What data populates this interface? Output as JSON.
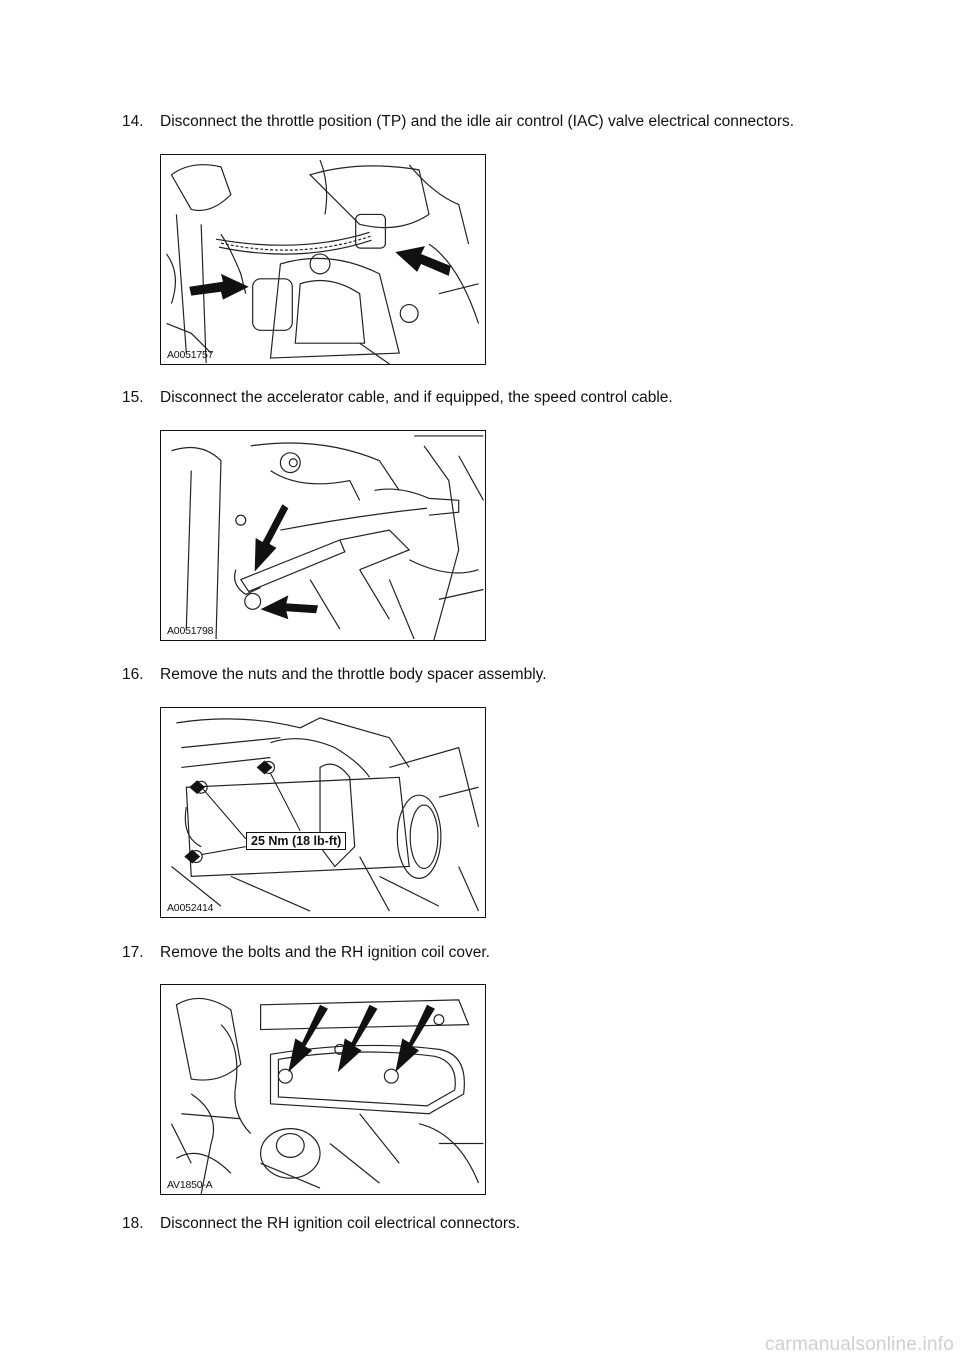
{
  "steps": [
    {
      "num": "14.",
      "text": "Disconnect the throttle position (TP) and the idle air control (IAC) valve electrical connectors."
    },
    {
      "num": "15.",
      "text": "Disconnect the accelerator cable, and if equipped, the speed control cable."
    },
    {
      "num": "16.",
      "text": "Remove the nuts and the throttle body spacer assembly."
    },
    {
      "num": "17.",
      "text": "Remove the bolts and the RH ignition coil cover."
    },
    {
      "num": "18.",
      "text": "Disconnect the RH ignition coil electrical connectors."
    }
  ],
  "figures": [
    {
      "code": "A0051757"
    },
    {
      "code": "A0051798"
    },
    {
      "code": "A0052414",
      "callout": "25 Nm (18 lb-ft)"
    },
    {
      "code": "AV1850-A"
    }
  ],
  "watermark": "carmanualsonline.info"
}
